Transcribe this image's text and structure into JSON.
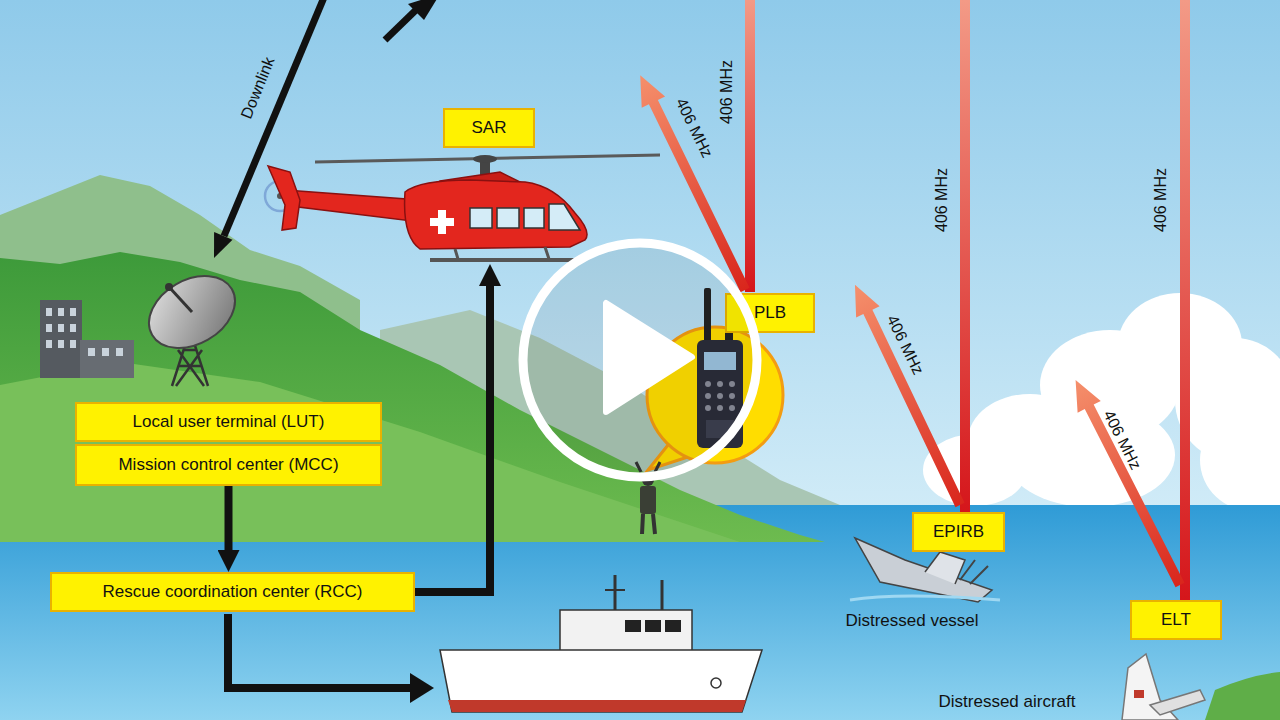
{
  "diagram": {
    "nodes": [
      {
        "text": [
          "SAR"
        ]
      },
      {
        "text": [
          "PLB"
        ]
      },
      {
        "text": [
          "Local user terminal (LUT)"
        ]
      },
      {
        "text": [
          "Mission control center (MCC)"
        ]
      },
      {
        "text": [
          "EPIRB"
        ]
      },
      {
        "text": [
          "Rescue coordination center (RCC)"
        ]
      },
      {
        "text": [
          "ELT"
        ]
      }
    ],
    "edges": [
      {
        "from": 3,
        "to": 5,
        "arrow": "to"
      },
      {
        "from": 5,
        "to": 0,
        "arrow": "to"
      }
    ],
    "labels": [
      "Downlink",
      "406 MHz",
      "406 MHz",
      "406 MHz",
      "406 MHz",
      "406 MHz",
      "406 MHz",
      "Distressed vessel",
      "Distressed aircraft"
    ]
  }
}
